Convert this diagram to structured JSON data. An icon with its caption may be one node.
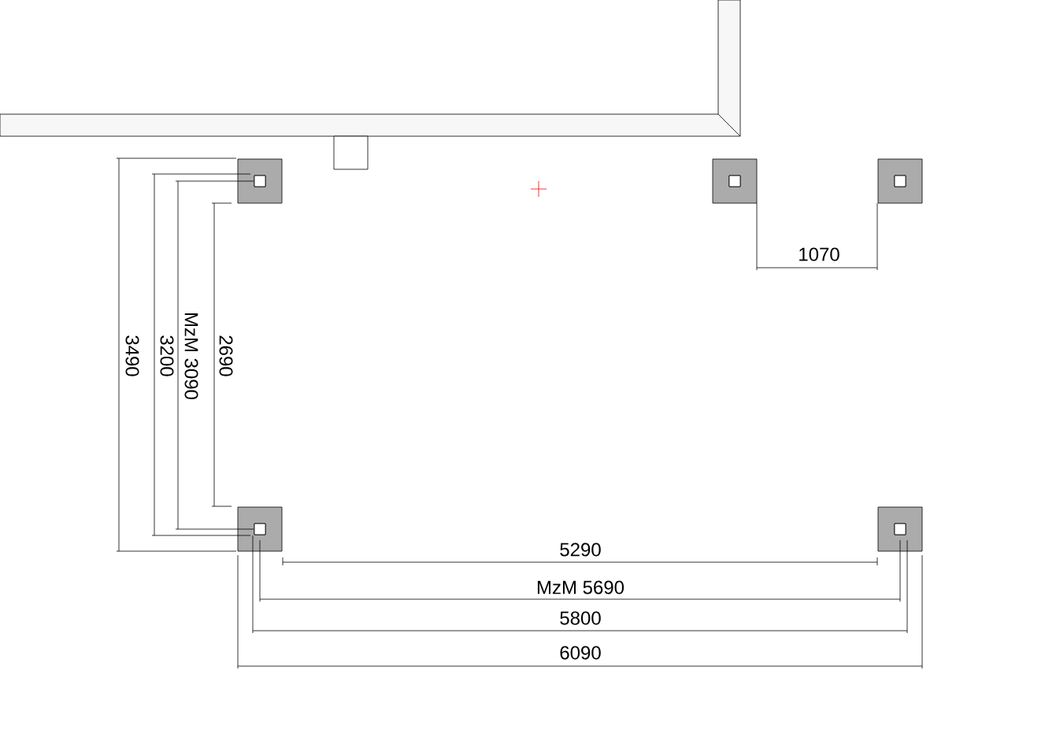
{
  "diagram": {
    "labels": [
      "1070",
      "3490",
      "3200",
      "MzM 3090",
      "2690",
      "5290",
      "MzM 5690",
      "5800",
      "6090"
    ]
  }
}
